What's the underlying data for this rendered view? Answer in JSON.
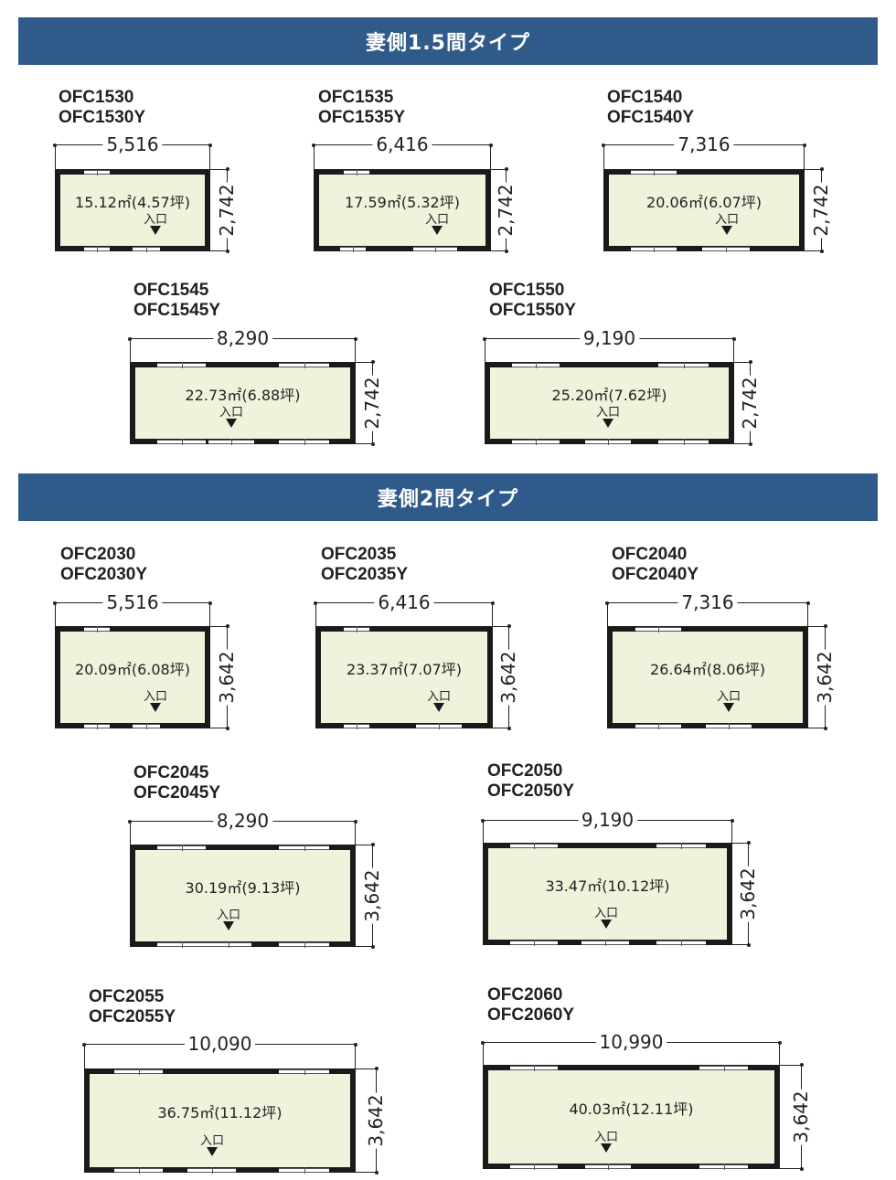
{
  "sections": [
    {
      "title": "妻側1.5間タイプ",
      "units": [
        {
          "models": [
            "OFC1530",
            "OFC1530Y"
          ],
          "width": "5,516",
          "depth": "2,742",
          "area": "15.12㎡(4.57坪)",
          "entry": "入口"
        },
        {
          "models": [
            "OFC1535",
            "OFC1535Y"
          ],
          "width": "6,416",
          "depth": "2,742",
          "area": "17.59㎡(5.32坪)",
          "entry": "入口"
        },
        {
          "models": [
            "OFC1540",
            "OFC1540Y"
          ],
          "width": "7,316",
          "depth": "2,742",
          "area": "20.06㎡(6.07坪)",
          "entry": "入口"
        },
        {
          "models": [
            "OFC1545",
            "OFC1545Y"
          ],
          "width": "8,290",
          "depth": "2,742",
          "area": "22.73㎡(6.88坪)",
          "entry": "入口"
        },
        {
          "models": [
            "OFC1550",
            "OFC1550Y"
          ],
          "width": "9,190",
          "depth": "2,742",
          "area": "25.20㎡(7.62坪)",
          "entry": "入口"
        }
      ]
    },
    {
      "title": "妻側2間タイプ",
      "units": [
        {
          "models": [
            "OFC2030",
            "OFC2030Y"
          ],
          "width": "5,516",
          "depth": "3,642",
          "area": "20.09㎡(6.08坪)",
          "entry": "入口"
        },
        {
          "models": [
            "OFC2035",
            "OFC2035Y"
          ],
          "width": "6,416",
          "depth": "3,642",
          "area": "23.37㎡(7.07坪)",
          "entry": "入口"
        },
        {
          "models": [
            "OFC2040",
            "OFC2040Y"
          ],
          "width": "7,316",
          "depth": "3,642",
          "area": "26.64㎡(8.06坪)",
          "entry": "入口"
        },
        {
          "models": [
            "OFC2045",
            "OFC2045Y"
          ],
          "width": "8,290",
          "depth": "3,642",
          "area": "30.19㎡(9.13坪)",
          "entry": "入口"
        },
        {
          "models": [
            "OFC2050",
            "OFC2050Y"
          ],
          "width": "9,190",
          "depth": "3,642",
          "area": "33.47㎡(10.12坪)",
          "entry": "入口"
        },
        {
          "models": [
            "OFC2055",
            "OFC2055Y"
          ],
          "width": "10,090",
          "depth": "3,642",
          "area": "36.75㎡(11.12坪)",
          "entry": "入口"
        },
        {
          "models": [
            "OFC2060",
            "OFC2060Y"
          ],
          "width": "10,990",
          "depth": "3,642",
          "area": "40.03㎡(12.11坪)",
          "entry": "入口"
        }
      ]
    }
  ],
  "colors": {
    "banner": "#2f5a8a",
    "floor": "#eef3dc",
    "wall": "#1a1a1a"
  }
}
